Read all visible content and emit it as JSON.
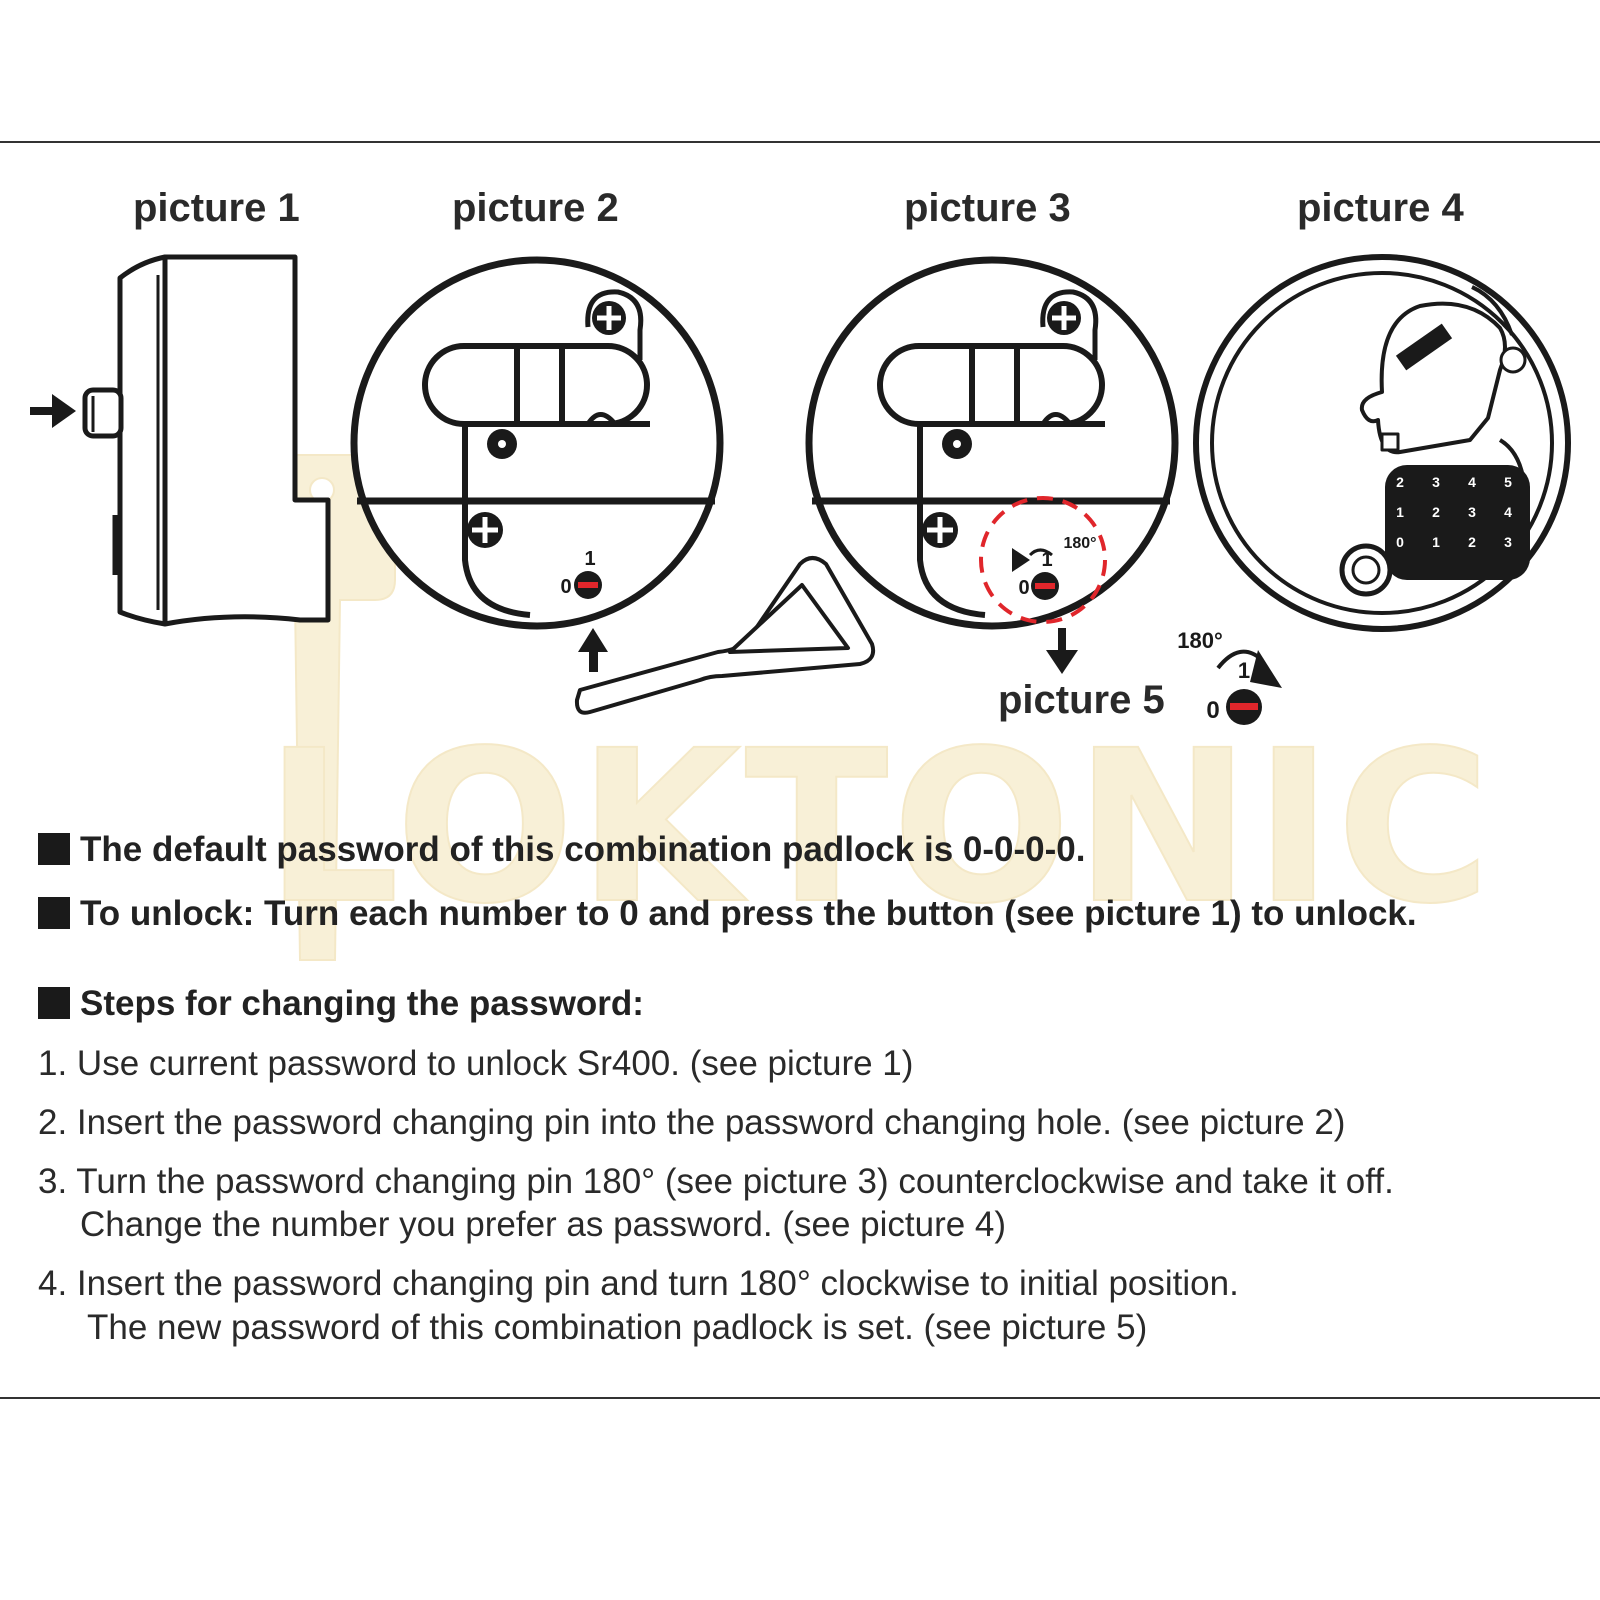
{
  "captions": {
    "picture1": "picture 1",
    "picture2": "picture 2",
    "picture3": "picture 3",
    "picture4": "picture 4",
    "picture5": "picture 5"
  },
  "diagram_labels": {
    "dial_one": "1",
    "dial_zero": "0",
    "angle": "180°",
    "digits_row1": [
      "2",
      "3",
      "4",
      "5"
    ],
    "digits_row2": [
      "1",
      "2",
      "3",
      "4"
    ],
    "digits_row3": [
      "0",
      "1",
      "2",
      "3"
    ]
  },
  "watermark": {
    "brand": "LOKTONIC"
  },
  "colors": {
    "line": "#1a1a1a",
    "accent_red": "#e0262b",
    "watermark_gold": "#f3e4b8"
  },
  "notes": {
    "default_password": "The default password of this combination padlock is 0-0-0-0.",
    "unlock": "To unlock: Turn each number to 0 and press the button (see picture 1) to unlock.",
    "steps_heading": "Steps for changing the password:"
  },
  "steps": [
    {
      "line1": "1. Use current password to unlock Sr400. (see picture 1)",
      "line2": ""
    },
    {
      "line1": "2. Insert the password changing pin into the password changing hole. (see picture 2)",
      "line2": ""
    },
    {
      "line1": "3. Turn the password changing pin 180° (see picture 3) counterclockwise and take it off.",
      "line2": "Change the number you prefer as password. (see picture 4)"
    },
    {
      "line1": "4. Insert the password changing pin and turn 180° clockwise to initial position.",
      "line2": "The new password of this combination padlock is set. (see picture 5)"
    }
  ]
}
